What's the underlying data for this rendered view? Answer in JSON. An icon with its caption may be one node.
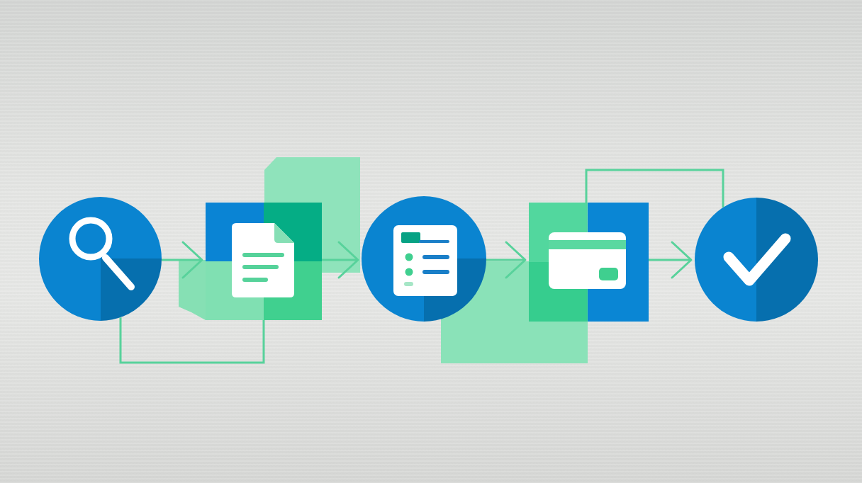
{
  "diagram": {
    "nodes": [
      {
        "text": [],
        "shape": "circle"
      },
      {
        "text": [],
        "shape": "box"
      },
      {
        "text": [],
        "shape": "circle"
      },
      {
        "text": [],
        "shape": "box"
      },
      {
        "text": [],
        "shape": "circle"
      }
    ],
    "edges": [
      {
        "from": 0,
        "to": 1,
        "arrow": "to"
      },
      {
        "from": 0,
        "to": 1,
        "arrow": "none"
      },
      {
        "from": 1,
        "to": 2,
        "arrow": "to"
      },
      {
        "from": 2,
        "to": 3,
        "arrow": "to"
      },
      {
        "from": 3,
        "to": 4,
        "arrow": "to"
      },
      {
        "from": 3,
        "to": 4,
        "arrow": "none"
      }
    ]
  }
}
